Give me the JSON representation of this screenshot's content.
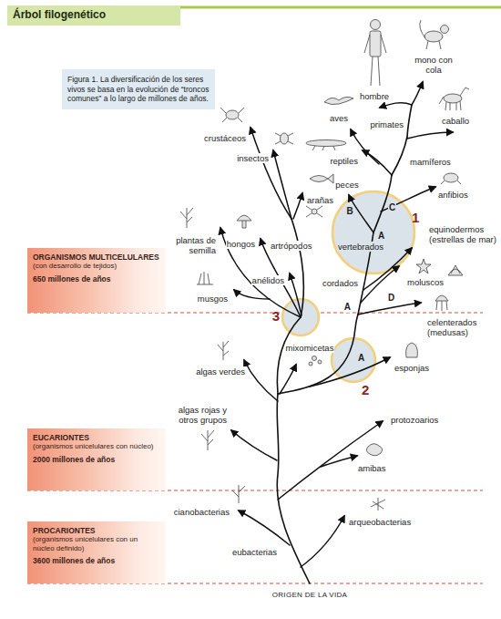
{
  "diagram": {
    "title": "Árbol filogenético",
    "caption": "Figura 1. La diversificación de los seres vivos se basa en la evolución de “troncos comunes” a lo largo de millones de años.",
    "nodes": [
      {
        "text": [
          "ORGANISMOS MULTICELULARES",
          "(con desarrollo de tejidos)",
          "650 millones de años"
        ]
      },
      {
        "text": [
          "EUCARIONTES",
          "(organismos unicelulares con núcleo)",
          "2000 millones de años"
        ]
      },
      {
        "text": [
          "PROCARIONTES",
          "(organismos unicelulares con un núcleo definido)",
          "3600 millones de años"
        ]
      }
    ],
    "labels": [
      "aves",
      "hombre",
      "mono con cola",
      "caballo",
      "primates",
      "mamíferos",
      "crustáceos",
      "reptiles",
      "insectos",
      "anfibios",
      "peces",
      "arañas",
      "hongos",
      "artrópodos",
      "B",
      "C",
      "1",
      "A",
      "vertebrados",
      "equinodermos (estrellas de mar)",
      "plantas de semilla",
      "anélidos",
      "cordados",
      "moluscos",
      "musgos",
      "3",
      "A",
      "D",
      "celenterados (medusas)",
      "mixomicetas",
      "A",
      "2",
      "algas verdes",
      "esponjas",
      "protozoarios",
      "algas rojas y otros grupos",
      "amibas",
      "cianobacterias",
      "arqueobacterias",
      "eubacterias",
      "ORIGEN DE LA VIDA"
    ]
  }
}
